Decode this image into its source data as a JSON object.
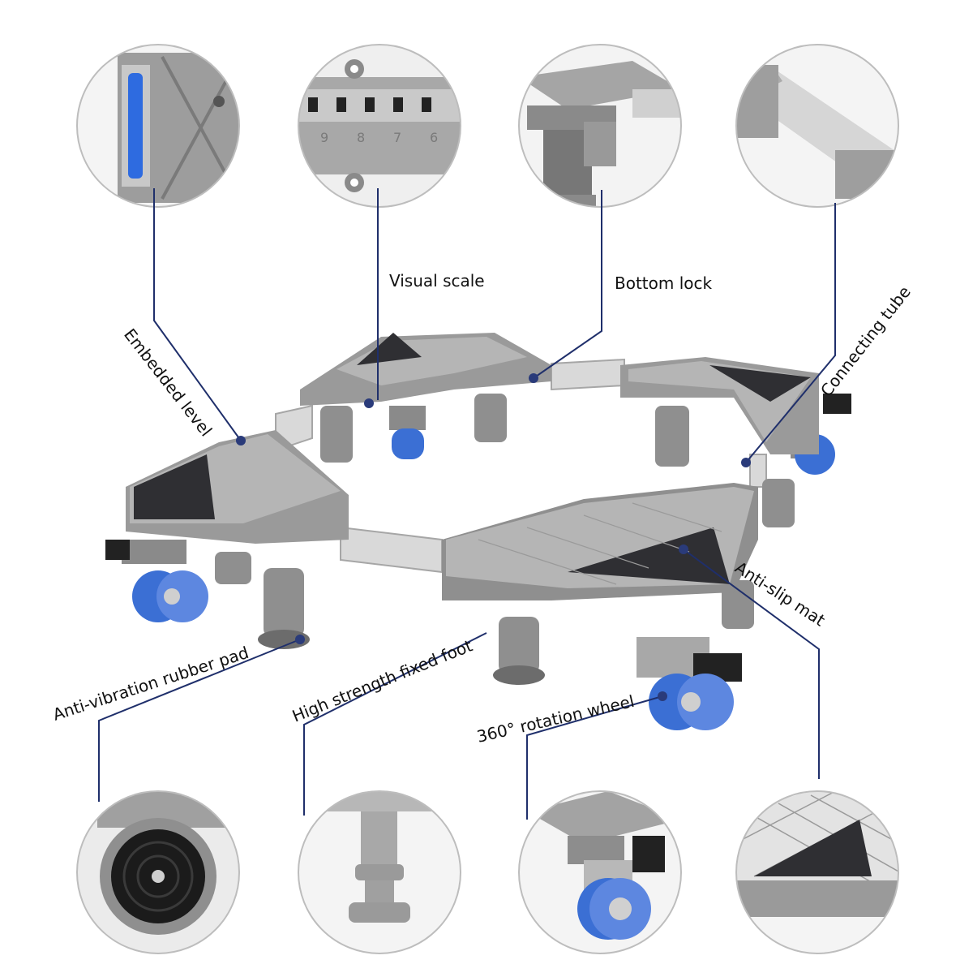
{
  "palette": {
    "frame": "#9a9a9a",
    "frame_dark": "#6f6f6f",
    "frame_light": "#b8b8b8",
    "tube": "#d9d9d9",
    "mat": "#2f2f33",
    "wheel": "#3b6fd4",
    "wheel_light": "#7fa3ee",
    "leader": "#1f2f6b",
    "dot": "#2a3b7a",
    "circle_border": "#bdbdbd"
  },
  "labels": {
    "visual_scale": "Visual scale",
    "bottom_lock": "Bottom lock",
    "embedded_level": "Embedded level",
    "connecting_tube": "Connecting tube",
    "anti_slip_mat": "Anti-slip mat",
    "anti_vibration_pad": "Anti-vibration rubber pad",
    "fixed_foot": "High strength fixed foot",
    "rotation_wheel": "360° rotation wheel"
  },
  "scale_numbers": [
    "9",
    "8",
    "7",
    "6"
  ]
}
